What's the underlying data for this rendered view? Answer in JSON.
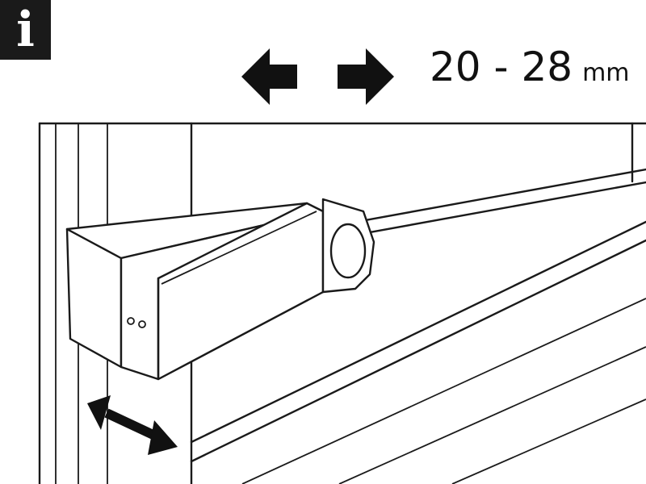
{
  "info_badge": {
    "symbol": "i",
    "icon": "info-icon"
  },
  "dimension": {
    "value": "20 - 28",
    "unit": "mm"
  },
  "colors": {
    "ink": "#1a1a1a",
    "background": "#ffffff"
  }
}
